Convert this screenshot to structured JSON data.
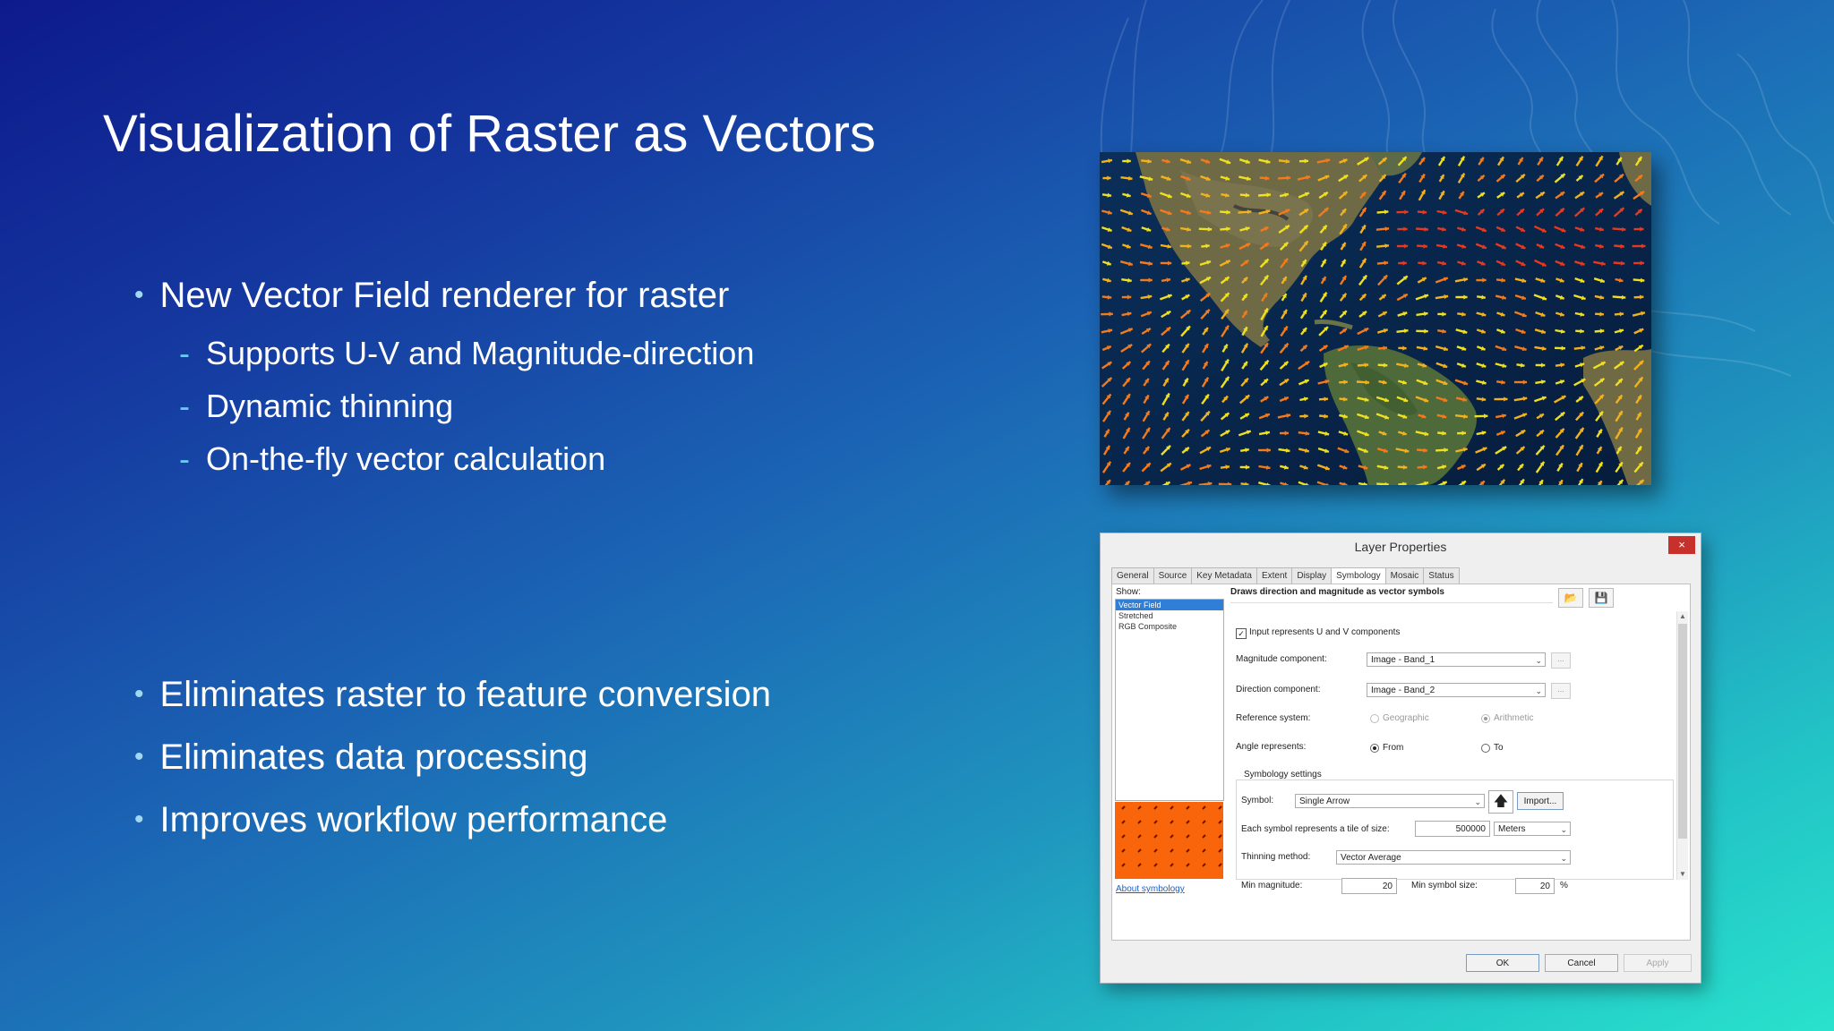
{
  "slide": {
    "title": "Visualization of Raster as Vectors",
    "bullets_top": [
      {
        "text": "New Vector Field renderer for raster",
        "bullet": "•"
      },
      {
        "text": "Supports U-V and Magnitude-direction",
        "bullet": "-"
      },
      {
        "text": "Dynamic thinning",
        "bullet": "-"
      },
      {
        "text": "On-the-fly vector calculation",
        "bullet": "-"
      }
    ],
    "bullets_bottom": [
      {
        "text": "Eliminates raster to feature conversion",
        "bullet": "•"
      },
      {
        "text": "Eliminates data processing",
        "bullet": "•"
      },
      {
        "text": "Improves workflow performance",
        "bullet": "•"
      }
    ]
  },
  "colors": {
    "accent_bullet": "#9fd8f0",
    "accent_dash": "#68c9f2",
    "close_red": "#c8302c",
    "preview_orange": "#f9650a",
    "selection_blue": "#2f7ed8"
  },
  "dialog": {
    "title": "Layer Properties",
    "close_glyph": "×",
    "tabs": [
      "General",
      "Source",
      "Key Metadata",
      "Extent",
      "Display",
      "Symbology",
      "Mosaic",
      "Status"
    ],
    "active_tab": "Symbology",
    "show_label": "Show:",
    "show_items": [
      "Vector Field",
      "Stretched",
      "RGB Composite"
    ],
    "selected_item": "Vector Field",
    "description": "Draws direction and magnitude as vector symbols",
    "input_uv_label": "Input represents U and V components",
    "input_uv_checked": true,
    "magnitude_label": "Magnitude component:",
    "magnitude_value": "Image - Band_1",
    "direction_label": "Direction component:",
    "direction_value": "Image - Band_2",
    "dots": "...",
    "reference_label": "Reference system:",
    "reference_options": [
      "Geographic",
      "Arithmetic"
    ],
    "angle_label": "Angle represents:",
    "angle_options": [
      "From",
      "To"
    ],
    "symbology_settings_label": "Symbology settings",
    "symbol_label": "Symbol:",
    "symbol_value": "Single Arrow",
    "import_label": "Import...",
    "tile_label": "Each symbol represents a tile of size:",
    "tile_value": "500000",
    "tile_unit": "Meters",
    "thinning_label": "Thinning method:",
    "thinning_value": "Vector Average",
    "min_mag_label": "Min magnitude:",
    "min_mag_value": "20",
    "min_size_label": "Min symbol size:",
    "min_size_value": "20",
    "min_size_unit": "%",
    "about_link": "About symbology",
    "ok_label": "OK",
    "cancel_label": "Cancel",
    "apply_label": "Apply",
    "icons": [
      "folder-open-icon",
      "save-icon",
      "arrow-up-icon",
      "chevron-down-icon",
      "close-icon"
    ]
  }
}
